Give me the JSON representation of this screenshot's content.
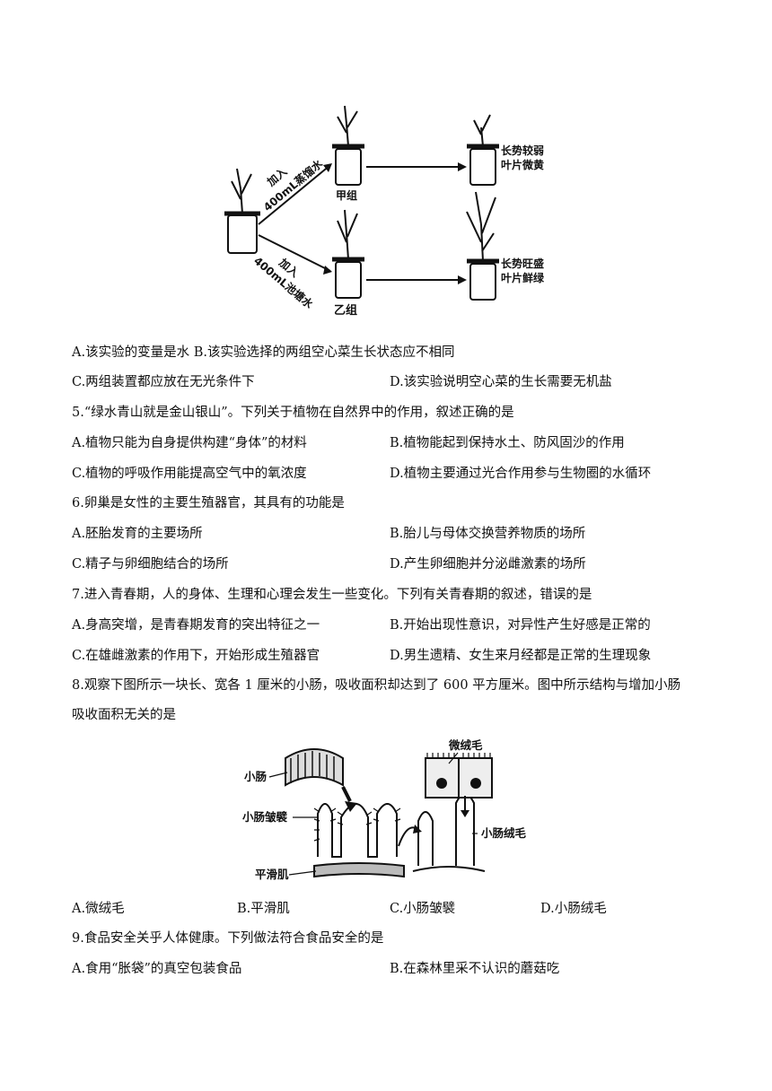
{
  "figure1": {
    "arrow_top_label_1": "加入",
    "arrow_top_label_2": "400mL蒸馏水",
    "arrow_bottom_label_1": "加入",
    "arrow_bottom_label_2": "400mL池塘水",
    "group_a": "甲组",
    "group_b": "乙组",
    "result_a_1": "长势较弱",
    "result_a_2": "叶片微黄",
    "result_b_1": "长势旺盛",
    "result_b_2": "叶片鲜绿"
  },
  "q4": {
    "opt_ab": "A.该实验的变量是水   B.该实验选择的两组空心菜生长状态应不相同",
    "opt_c": "C.两组装置都应放在无光条件下",
    "opt_d": "D.该实验说明空心菜的生长需要无机盐"
  },
  "q5": {
    "stem": "5.“绿水青山就是金山银山”。下列关于植物在自然界中的作用，叙述正确的是",
    "opt_a": "A.植物只能为自身提供构建“身体”的材料",
    "opt_b": "B.植物能起到保持水土、防风固沙的作用",
    "opt_c": "C.植物的呼吸作用能提高空气中的氧浓度",
    "opt_d": "D.植物主要通过光合作用参与生物圈的水循环"
  },
  "q6": {
    "stem": "6.卵巢是女性的主要生殖器官，其具有的功能是",
    "opt_a": "A.胚胎发育的主要场所",
    "opt_b": "B.胎儿与母体交换营养物质的场所",
    "opt_c": "C.精子与卵细胞结合的场所",
    "opt_d": "D.产生卵细胞并分泌雌激素的场所"
  },
  "q7": {
    "stem": "7.进入青春期，人的身体、生理和心理会发生一些变化。下列有关青春期的叙述，错误的是",
    "opt_a": "A.身高突增，是青春期发育的突出特征之一",
    "opt_b": "B.开始出现性意识，对异性产生好感是正常的",
    "opt_c": "C.在雄雌激素的作用下，开始形成生殖器官",
    "opt_d": "D.男生遗精、女生来月经都是正常的生理现象"
  },
  "q8": {
    "stem_1": "8.观察下图所示一块长、宽各 1 厘米的小肠，吸收面积却达到了 600 平方厘米。图中所示结构与增加小肠",
    "stem_2": "吸收面积无关的是",
    "opt_a": "A.微绒毛",
    "opt_b": "B.平滑肌",
    "opt_c": "C.小肠皱襞",
    "opt_d": "D.小肠绒毛"
  },
  "figure2": {
    "label_small_intestine": "小肠",
    "label_folds": "小肠皱襞",
    "label_smooth_muscle": "平滑肌",
    "label_microvilli": "微绒毛",
    "label_villi": "小肠绒毛"
  },
  "q9": {
    "stem": "9.食品安全关乎人体健康。下列做法符合食品安全的是",
    "opt_a": "A.食用“胀袋”的真空包装食品",
    "opt_b": "B.在森林里采不认识的蘑菇吃"
  }
}
